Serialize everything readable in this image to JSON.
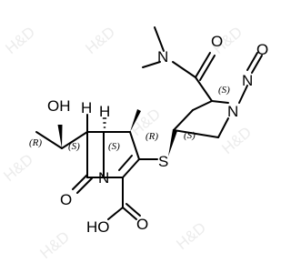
{
  "watermark": {
    "text": "H&D",
    "color": "#ececec"
  },
  "atoms": {
    "oh_top": "OH",
    "h1": "H",
    "h2": "H",
    "o_carbonyl": "O",
    "n_ring": "N",
    "s_thioether": "S",
    "o_amide": "O",
    "n_amide": "N",
    "n_pyrrolidine": "N",
    "n_nitroso": "N",
    "o_nitroso": "O",
    "acid_oh": "HO",
    "acid_o": "O"
  },
  "stereo_labels": {
    "c_hydroxyethyl": "(R)",
    "c6": "(S)",
    "c5": "(S)",
    "c4": "(R)",
    "c_amide": "(S)",
    "c_s": "(S)"
  }
}
